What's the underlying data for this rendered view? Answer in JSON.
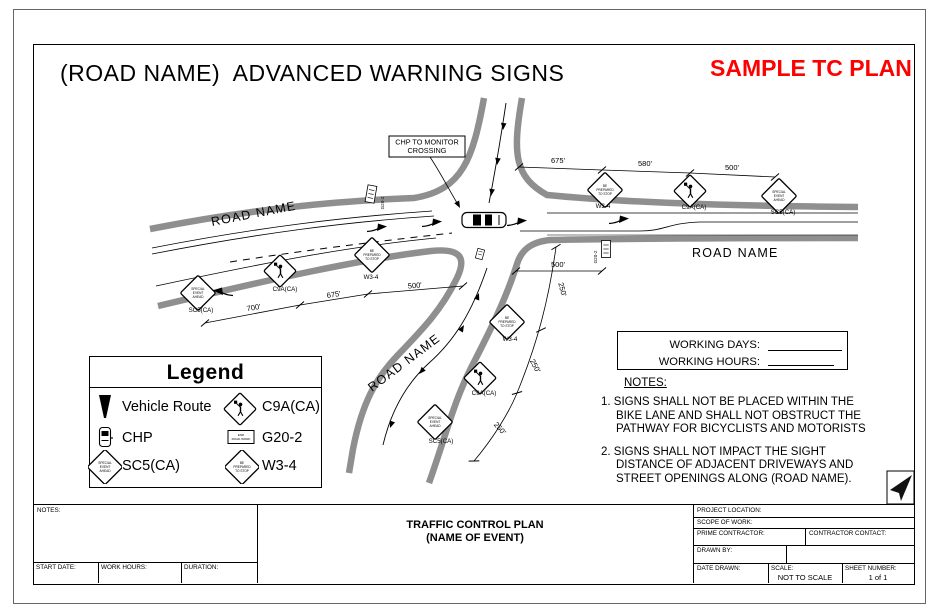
{
  "page": {
    "title": "(ROAD NAME)  ADVANCED WARNING SIGNS",
    "stamp": "SAMPLE TC PLAN",
    "stamp_color": "#ff0000"
  },
  "diagram": {
    "callout": {
      "line1": "CHP TO MONITOR",
      "line2": "CROSSING"
    },
    "roads": {
      "west": "ROAD NAME",
      "east": "ROAD NAME",
      "south": "ROAD NAME"
    },
    "sign_labels": {
      "w34": "W3-4",
      "c9a": "C9A(CA)",
      "sc5": "SC5(CA)",
      "g202": "G20-2"
    },
    "sign_faces": {
      "w34": [
        "BE",
        "PREPARED",
        "TO STOP"
      ],
      "sc5": [
        "SPECIAL",
        "EVENT",
        "AHEAD"
      ],
      "g202": [
        "END",
        "ROAD WORK"
      ]
    },
    "dims": {
      "west": [
        "700'",
        "675'",
        "500'"
      ],
      "east": [
        "675'",
        "580'",
        "500'"
      ],
      "south": [
        "250'",
        "250'",
        "250'"
      ],
      "side_street": "500'"
    }
  },
  "legend": {
    "title": "Legend",
    "items": [
      {
        "icon": "vehicle-route-icon",
        "label": "Vehicle Route"
      },
      {
        "icon": "chp-car-icon",
        "label": "CHP"
      },
      {
        "icon": "sc5-sign-icon",
        "label": "SC5(CA)"
      },
      {
        "icon": "c9a-sign-icon",
        "label": "C9A(CA)"
      },
      {
        "icon": "g20-2-sign-icon",
        "label": "G20-2"
      },
      {
        "icon": "w3-4-sign-icon",
        "label": "W3-4"
      }
    ]
  },
  "working": {
    "days_label": "WORKING DAYS:",
    "hours_label": "WORKING HOURS:"
  },
  "notes": {
    "heading": "NOTES:",
    "items": [
      {
        "num": "1.",
        "text": "SIGNS SHALL NOT BE PLACED WITHIN THE BIKE LANE AND SHALL NOT OBSTRUCT THE PATHWAY FOR BICYCLISTS AND MOTORISTS"
      },
      {
        "num": "2.",
        "text": "SIGNS SHALL NOT IMPACT THE SIGHT DISTANCE OF ADJACENT DRIVEWAYS AND STREET OPENINGS ALONG (ROAD NAME)."
      }
    ]
  },
  "title_block": {
    "notes_label": "NOTES:",
    "start_date_label": "START DATE:",
    "work_hours_label": "WORK HOURS:",
    "duration_label": "DURATION:",
    "center_line1": "TRAFFIC CONTROL PLAN",
    "center_line2": "(NAME OF EVENT)",
    "project_location_label": "PROJECT LOCATION:",
    "scope_label": "SCOPE OF WORK:",
    "prime_label": "PRIME CONTRACTOR:",
    "contact_label": "CONTRACTOR CONTACT:",
    "drawn_by_label": "DRAWN BY:",
    "date_drawn_label": "DATE DRAWN:",
    "scale_label": "SCALE:",
    "scale_value": "NOT TO SCALE",
    "sheet_label": "SHEET NUMBER:",
    "sheet_value": "1 of 1"
  }
}
